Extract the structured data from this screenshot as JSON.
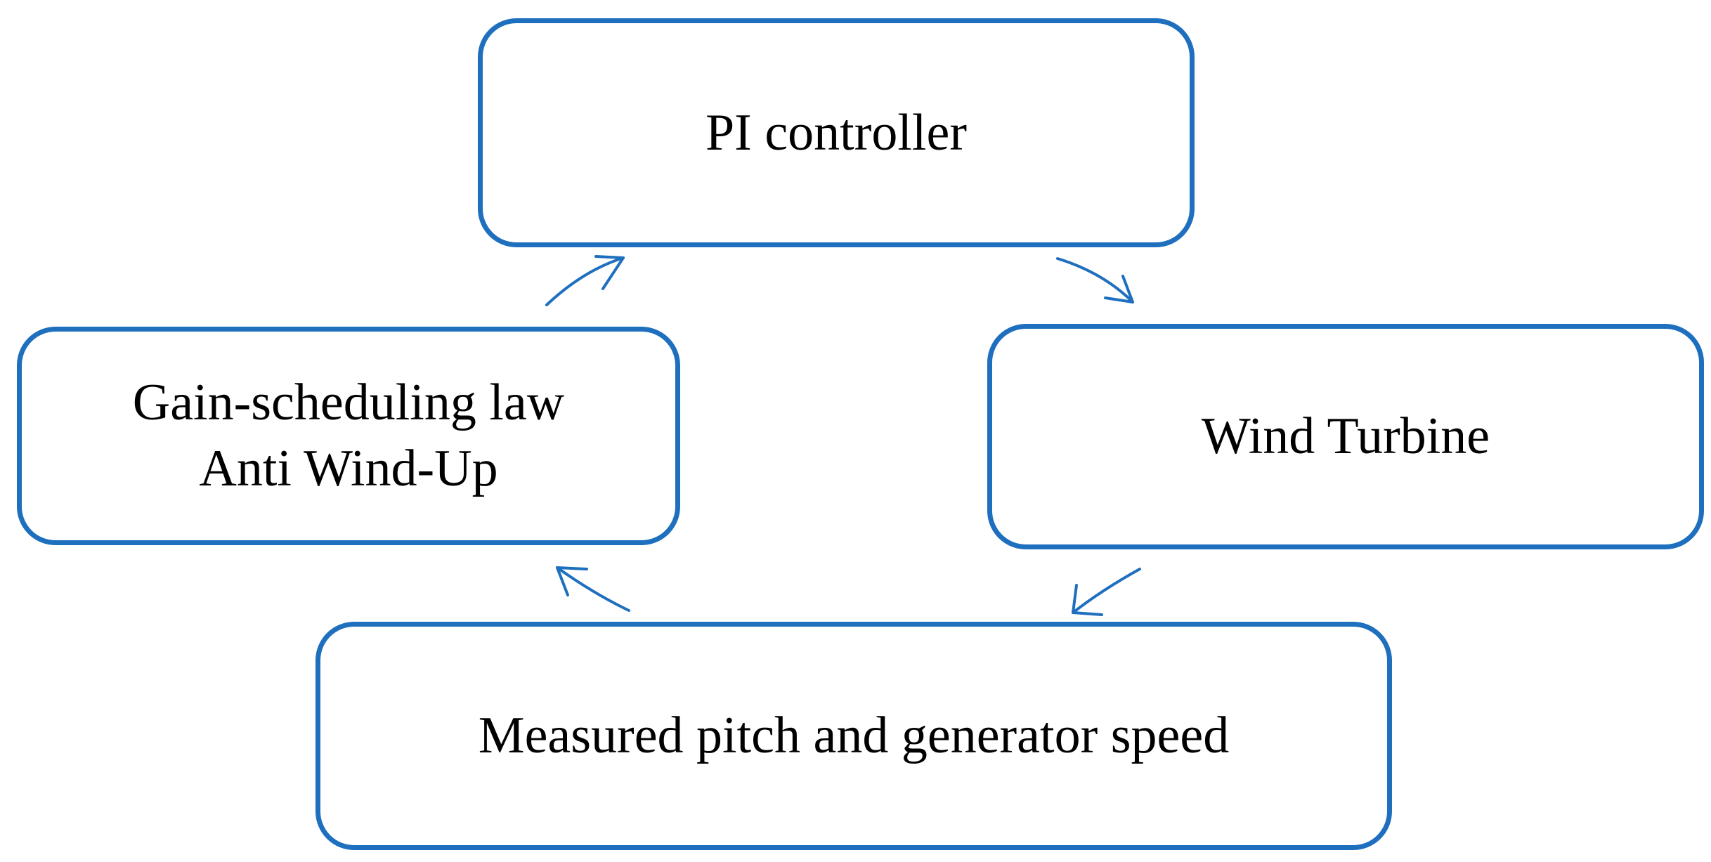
{
  "diagram": {
    "nodes": {
      "pi_controller": {
        "label": "PI controller"
      },
      "gain_scheduling": {
        "lines": [
          "Gain-scheduling law",
          "Anti Wind-Up"
        ]
      },
      "wind_turbine": {
        "label": "Wind Turbine"
      },
      "measured": {
        "label": "Measured pitch and generator speed"
      }
    },
    "edges": [
      {
        "from": "pi_controller",
        "to": "wind_turbine"
      },
      {
        "from": "wind_turbine",
        "to": "measured"
      },
      {
        "from": "measured",
        "to": "gain_scheduling"
      },
      {
        "from": "gain_scheduling",
        "to": "pi_controller"
      }
    ],
    "colors": {
      "box_border": "#1f6fbf",
      "arrow": "#1f6fbf",
      "text": "#000000",
      "background": "#ffffff"
    }
  }
}
